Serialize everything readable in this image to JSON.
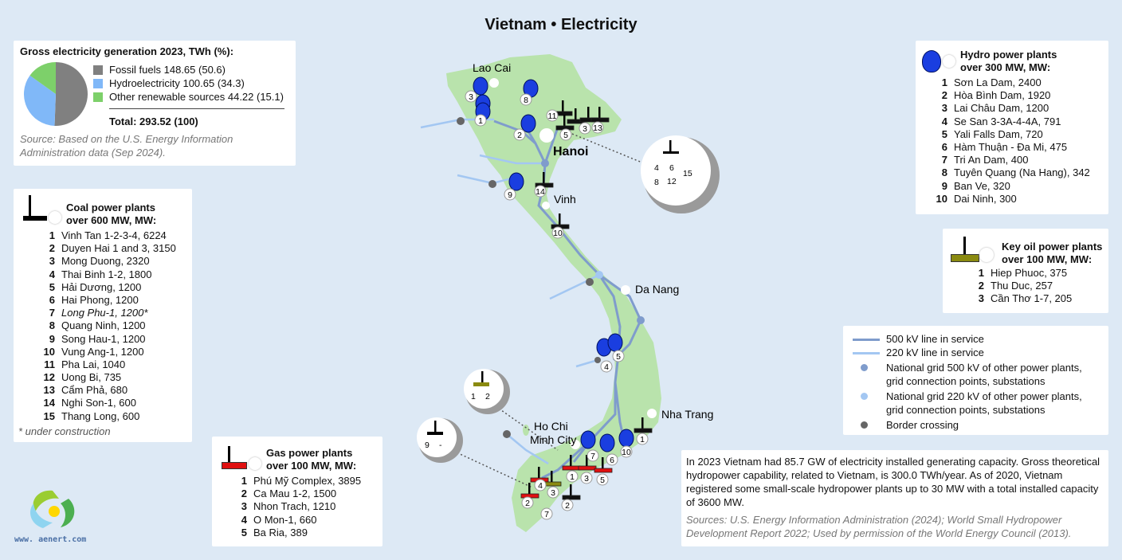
{
  "title": "Vietnam • Electricity",
  "generation": {
    "title": "Gross electricity generation 2023, TWh (%):",
    "items": [
      {
        "label": "Fossil fuels 148.65 (50.6)",
        "value": 50.6,
        "color": "#808080"
      },
      {
        "label": "Hydroelectricity 100.65 (34.3)",
        "value": 34.3,
        "color": "#80b8f8"
      },
      {
        "label": "Other renewable sources 44.22 (15.1)",
        "value": 15.1,
        "color": "#7dd06a"
      }
    ],
    "total": "Total: 293.52 (100)",
    "source": "Source: Based on the U.S. Energy Information Administration data (Sep 2024)."
  },
  "coal": {
    "title1": "Coal power plants",
    "title2": "over 600 MW, MW:",
    "items": [
      {
        "n": "1",
        "label": "Vinh Tan 1-2-3-4, 6224"
      },
      {
        "n": "2",
        "label": "Duyen Hai 1 and 3, 3150"
      },
      {
        "n": "3",
        "label": "Mong Duong, 2320"
      },
      {
        "n": "4",
        "label": "Thai Binh 1-2, 1800"
      },
      {
        "n": "5",
        "label": "Hải Dương, 1200"
      },
      {
        "n": "6",
        "label": "Hai Phong, 1200"
      },
      {
        "n": "7",
        "label": "Long Phu-1, 1200*"
      },
      {
        "n": "8",
        "label": "Quang Ninh, 1200"
      },
      {
        "n": "9",
        "label": "Song Hau-1, 1200"
      },
      {
        "n": "10",
        "label": "Vung Ang-1, 1200"
      },
      {
        "n": "11",
        "label": "Pha Lai, 1040"
      },
      {
        "n": "12",
        "label": "Uong Bi, 735"
      },
      {
        "n": "13",
        "label": "Cẩm Phả, 680"
      },
      {
        "n": "14",
        "label": "Nghi Son-1, 600"
      },
      {
        "n": "15",
        "label": "Thang Long, 600"
      }
    ],
    "note": "* under construction"
  },
  "gas": {
    "title1": "Gas power plants",
    "title2": "over 100 MW, MW:",
    "items": [
      {
        "n": "1",
        "label": "Phú Mỹ Complex, 3895"
      },
      {
        "n": "2",
        "label": "Ca Mau 1-2, 1500"
      },
      {
        "n": "3",
        "label": "Nhon Trach, 1210"
      },
      {
        "n": "4",
        "label": "O Mon-1, 660"
      },
      {
        "n": "5",
        "label": "Ba Ria, 389"
      }
    ]
  },
  "hydro": {
    "title1": "Hydro power plants",
    "title2": "over 300 MW, MW:",
    "items": [
      {
        "n": "1",
        "label": "Sơn La Dam, 2400"
      },
      {
        "n": "2",
        "label": "Hòa Bình Dam, 1920"
      },
      {
        "n": "3",
        "label": "Lai Châu Dam, 1200"
      },
      {
        "n": "4",
        "label": "Se San 3-3A-4-4A, 791"
      },
      {
        "n": "5",
        "label": "Yali Falls Dam, 720"
      },
      {
        "n": "6",
        "label": "Hàm Thuận - Đa Mi, 475"
      },
      {
        "n": "7",
        "label": "Tri An Dam, 400"
      },
      {
        "n": "8",
        "label": "Tuyên Quang (Na Hang), 342"
      },
      {
        "n": "9",
        "label": "Ban Ve, 320"
      },
      {
        "n": "10",
        "label": "Dai Ninh, 300"
      }
    ]
  },
  "oil": {
    "title1": "Key oil power plants",
    "title2": "over 100 MW, MW:",
    "items": [
      {
        "n": "1",
        "label": "Hiep Phuoc, 375"
      },
      {
        "n": "2",
        "label": "Thu Duc, 257"
      },
      {
        "n": "3",
        "label": "Cần Thơ 1-7, 205"
      }
    ]
  },
  "legend": {
    "line500": "500 kV line in service",
    "line220": "220 kV line in service",
    "grid500a": "National grid 500 kV of other power plants,",
    "grid500b": "grid connection points, substations",
    "grid220a": "National grid 220 kV of other power plants,",
    "grid220b": "grid connection points, substations",
    "border": "Border crossing",
    "colors": {
      "line500": "#7f9ccc",
      "line220": "#a3c7f2",
      "border": "#666666"
    }
  },
  "info": {
    "text": "In 2023 Vietnam had 85.7 GW of electricity installed generating capacity. Gross theoretical hydropower capability, related to Vietnam, is 300.0 TWh/year. As of 2020, Vietnam registered some small-scale hydropower plants up to 30 MW with a total installed capacity of 3600 MW.",
    "sources": "Sources: U.S. Energy Information Administration (2024); World Small Hydropower Development Report 2022; Used by permission of the World Energy Council (2013)."
  },
  "map": {
    "cities": {
      "laocai": "Lao Cai",
      "hanoi": "Hanoi",
      "vinh": "Vinh",
      "danang": "Da Nang",
      "nhatrang": "Nha Trang",
      "hcm1": "Ho Chi",
      "hcm2": "Minh City"
    },
    "callout_north": [
      "4",
      "6",
      "15",
      "8",
      "12"
    ],
    "callout_oil": [
      "1",
      "2"
    ],
    "callout_coal": [
      "9",
      "-"
    ],
    "land_color": "#b9e3ac"
  },
  "logo": "www. aenert.com"
}
